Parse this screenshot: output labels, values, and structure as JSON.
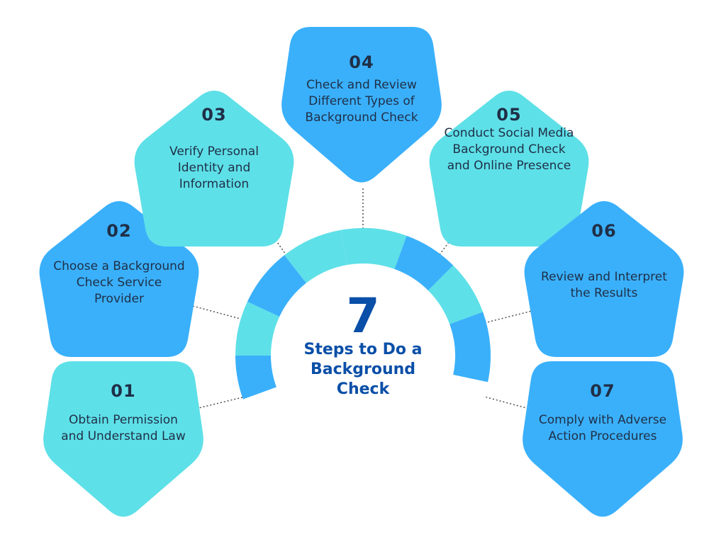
{
  "center": {
    "number": "7",
    "title": "Steps to Do a Background Check"
  },
  "colors": {
    "light": "#5ee0e8",
    "dark": "#3ab0fb",
    "text": "#1f2f47",
    "accent": "#0a4fa8"
  },
  "steps": [
    {
      "number": "01",
      "text": "Obtain Permission and Understand Law"
    },
    {
      "number": "02",
      "text": "Choose a Background Check Service Provider"
    },
    {
      "number": "03",
      "text": "Verify Personal Identity and Information"
    },
    {
      "number": "04",
      "text": "Check and Review Different Types of Background Check"
    },
    {
      "number": "05",
      "text": "Conduct Social Media Background Check and Online Presence"
    },
    {
      "number": "06",
      "text": "Review and Interpret the Results"
    },
    {
      "number": "07",
      "text": "Comply with Adverse Action Procedures"
    }
  ]
}
